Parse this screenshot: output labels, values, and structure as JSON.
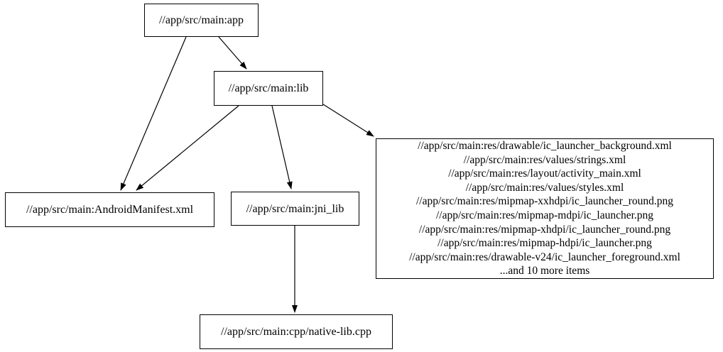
{
  "diagram": {
    "type": "dependency-graph",
    "background_color": "#ffffff",
    "node_border_color": "#000000",
    "edge_color": "#000000",
    "nodes": {
      "app": {
        "label": "//app/src/main:app"
      },
      "lib": {
        "label": "//app/src/main:lib"
      },
      "manifest": {
        "label": "//app/src/main:AndroidManifest.xml"
      },
      "jni_lib": {
        "label": "//app/src/main:jni_lib"
      },
      "native_cpp": {
        "label": "//app/src/main:cpp/native-lib.cpp"
      },
      "res_group": {
        "lines": [
          "//app/src/main:res/drawable/ic_launcher_background.xml",
          "//app/src/main:res/values/strings.xml",
          "//app/src/main:res/layout/activity_main.xml",
          "//app/src/main:res/values/styles.xml",
          "//app/src/main:res/mipmap-xxhdpi/ic_launcher_round.png",
          "//app/src/main:res/mipmap-mdpi/ic_launcher.png",
          "//app/src/main:res/mipmap-xhdpi/ic_launcher_round.png",
          "//app/src/main:res/mipmap-hdpi/ic_launcher.png",
          "//app/src/main:res/drawable-v24/ic_launcher_foreground.xml",
          "...and 10 more items"
        ]
      }
    },
    "edges": [
      {
        "from": "//app/src/main:app",
        "to": "//app/src/main:AndroidManifest.xml"
      },
      {
        "from": "//app/src/main:app",
        "to": "//app/src/main:lib"
      },
      {
        "from": "//app/src/main:lib",
        "to": "//app/src/main:AndroidManifest.xml"
      },
      {
        "from": "//app/src/main:lib",
        "to": "//app/src/main:jni_lib"
      },
      {
        "from": "//app/src/main:lib",
        "to": "res_group"
      },
      {
        "from": "//app/src/main:jni_lib",
        "to": "//app/src/main:cpp/native-lib.cpp"
      }
    ]
  }
}
